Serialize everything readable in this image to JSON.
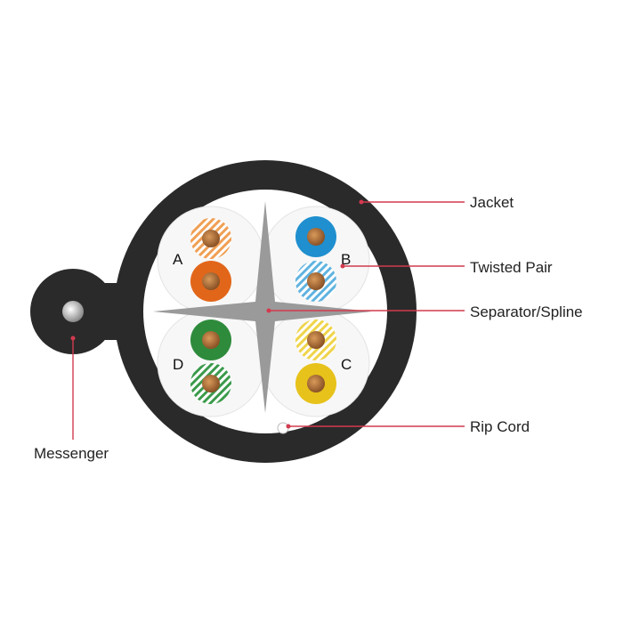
{
  "diagram": {
    "labels": {
      "jacket": "Jacket",
      "twisted_pair": "Twisted Pair",
      "separator": "Separator/Spline",
      "rip_cord": "Rip Cord",
      "messenger": "Messenger"
    },
    "pairs": {
      "a": "A",
      "b": "B",
      "c": "C",
      "d": "D"
    },
    "colors": {
      "jacket": "#2a2a2a",
      "leader": "#d23a4e",
      "spline": "#9a9a9a",
      "orange": "#e2661a",
      "blue": "#1f8fcf",
      "green": "#2e8b3c",
      "yellow": "#e7c21a",
      "copper": "#b5763c"
    }
  }
}
